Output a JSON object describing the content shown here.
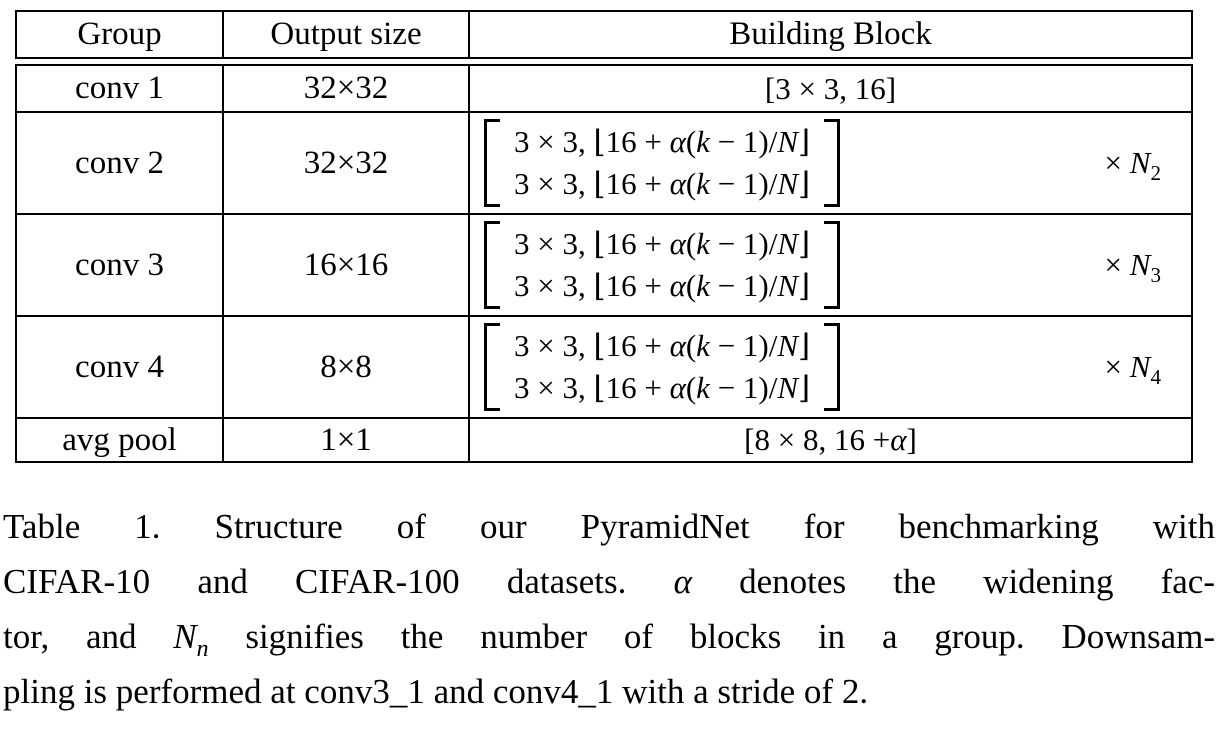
{
  "colors": {
    "background": "#ffffff",
    "text": "#000000",
    "rule": "#000000"
  },
  "table": {
    "headers": {
      "group": "Group",
      "output_size": "Output size",
      "building_block": "Building Block"
    },
    "rows": [
      {
        "group": "conv 1",
        "output_size": "32×32",
        "block": [
          {
            "t": "[3 × 3, 16]"
          }
        ]
      },
      {
        "group": "conv 2",
        "output_size": "32×32",
        "block_lines": [
          [
            {
              "t": "3 × 3, ⌊16 + "
            },
            {
              "t": "α",
              "i": true
            },
            {
              "t": "("
            },
            {
              "t": "k",
              "i": true
            },
            {
              "t": " − 1)/"
            },
            {
              "t": "N",
              "i": true
            },
            {
              "t": "⌋"
            }
          ],
          [
            {
              "t": "3 × 3, ⌊16 + "
            },
            {
              "t": "α",
              "i": true
            },
            {
              "t": "("
            },
            {
              "t": "k",
              "i": true
            },
            {
              "t": " − 1)/"
            },
            {
              "t": "N",
              "i": true
            },
            {
              "t": "⌋"
            }
          ]
        ],
        "multiplier": [
          {
            "t": "× "
          },
          {
            "t": "N",
            "i": true
          },
          {
            "t": "2",
            "sub": true
          }
        ]
      },
      {
        "group": "conv 3",
        "output_size": "16×16",
        "block_lines": [
          [
            {
              "t": "3 × 3, ⌊16 + "
            },
            {
              "t": "α",
              "i": true
            },
            {
              "t": "("
            },
            {
              "t": "k",
              "i": true
            },
            {
              "t": " − 1)/"
            },
            {
              "t": "N",
              "i": true
            },
            {
              "t": "⌋"
            }
          ],
          [
            {
              "t": "3 × 3, ⌊16 + "
            },
            {
              "t": "α",
              "i": true
            },
            {
              "t": "("
            },
            {
              "t": "k",
              "i": true
            },
            {
              "t": " − 1)/"
            },
            {
              "t": "N",
              "i": true
            },
            {
              "t": "⌋"
            }
          ]
        ],
        "multiplier": [
          {
            "t": "× "
          },
          {
            "t": "N",
            "i": true
          },
          {
            "t": "3",
            "sub": true
          }
        ]
      },
      {
        "group": "conv 4",
        "output_size": "8×8",
        "block_lines": [
          [
            {
              "t": "3 × 3, ⌊16 + "
            },
            {
              "t": "α",
              "i": true
            },
            {
              "t": "("
            },
            {
              "t": "k",
              "i": true
            },
            {
              "t": " − 1)/"
            },
            {
              "t": "N",
              "i": true
            },
            {
              "t": "⌋"
            }
          ],
          [
            {
              "t": "3 × 3, ⌊16 + "
            },
            {
              "t": "α",
              "i": true
            },
            {
              "t": "("
            },
            {
              "t": "k",
              "i": true
            },
            {
              "t": " − 1)/"
            },
            {
              "t": "N",
              "i": true
            },
            {
              "t": "⌋"
            }
          ]
        ],
        "multiplier": [
          {
            "t": "× "
          },
          {
            "t": "N",
            "i": true
          },
          {
            "t": "4",
            "sub": true
          }
        ]
      },
      {
        "group": "avg pool",
        "output_size": "1×1",
        "block": [
          {
            "t": "[8 × 8, 16 + "
          },
          {
            "t": "α",
            "i": true
          },
          {
            "t": "]"
          }
        ]
      }
    ]
  },
  "caption": {
    "lines": [
      [
        {
          "t": "Table 1. Structure of our PyramidNet for benchmarking with"
        }
      ],
      [
        {
          "t": "CIFAR-10 and CIFAR-100 datasets. "
        },
        {
          "t": "α",
          "i": true
        },
        {
          "t": " denotes the widening fac-"
        }
      ],
      [
        {
          "t": "tor, and "
        },
        {
          "t": "N",
          "i": true
        },
        {
          "t": "n",
          "sub": true,
          "i": true
        },
        {
          "t": " signifies the number of blocks in a group. Downsam-"
        }
      ],
      [
        {
          "t": "pling is performed at conv3_1 and conv4_1 with a stride of 2."
        }
      ]
    ]
  }
}
